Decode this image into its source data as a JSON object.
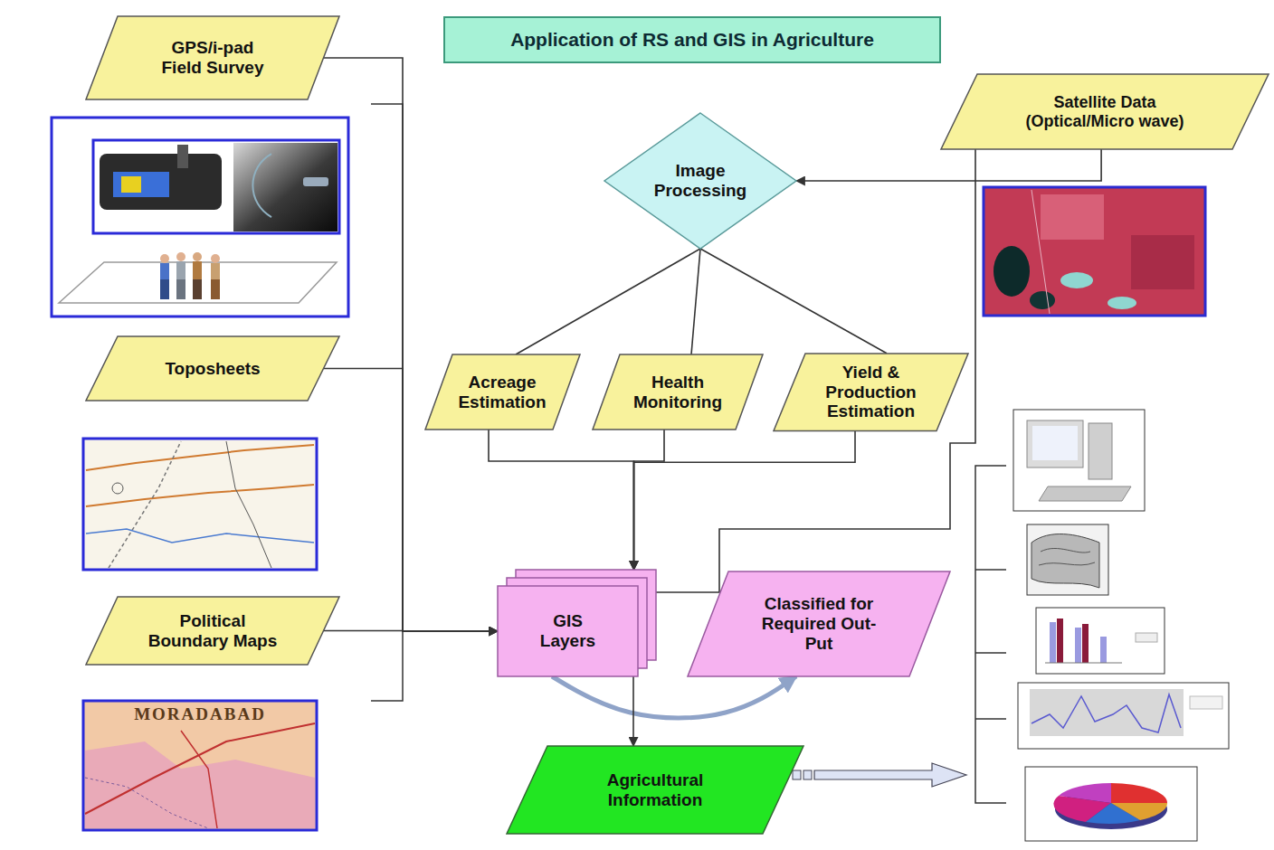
{
  "diagram": {
    "title": "Application of RS and GIS in Agriculture",
    "nodes": [
      {
        "text": [
          "GPS/i-pad Field Survey"
        ]
      },
      {
        "text": [
          "Toposheets"
        ]
      },
      {
        "text": [
          "Political Boundary Maps"
        ]
      },
      {
        "text": [
          "Satellite Data (Optical/Micro wave)"
        ]
      },
      {
        "text": [
          "Image Processing"
        ]
      },
      {
        "text": [
          "Acreage Estimation"
        ]
      },
      {
        "text": [
          "Health Monitoring"
        ]
      },
      {
        "text": [
          "Yield & Production Estimation"
        ]
      },
      {
        "text": [
          "GIS Layers"
        ]
      },
      {
        "text": [
          "Classified for Required Out-Put"
        ]
      },
      {
        "text": [
          "Agricultural Information"
        ]
      }
    ],
    "edges": [
      {
        "from": 3,
        "to": 4,
        "arrow": "to"
      },
      {
        "from": 4,
        "to": 5,
        "arrow": "none"
      },
      {
        "from": 4,
        "to": 6,
        "arrow": "none"
      },
      {
        "from": 4,
        "to": 7,
        "arrow": "none"
      },
      {
        "from": 5,
        "to": 8,
        "arrow": "to"
      },
      {
        "from": 6,
        "to": 8,
        "arrow": "to"
      },
      {
        "from": 7,
        "to": 8,
        "arrow": "to"
      },
      {
        "from": 3,
        "to": 8,
        "arrow": "none"
      },
      {
        "from": 0,
        "to": 8,
        "arrow": "to"
      },
      {
        "from": 1,
        "to": 8,
        "arrow": "to"
      },
      {
        "from": 2,
        "to": 8,
        "arrow": "to"
      },
      {
        "from": 8,
        "to": 9,
        "arrow": "to"
      },
      {
        "from": 8,
        "to": 10,
        "arrow": "to"
      }
    ],
    "labels": [
      "MORADABAD"
    ]
  }
}
